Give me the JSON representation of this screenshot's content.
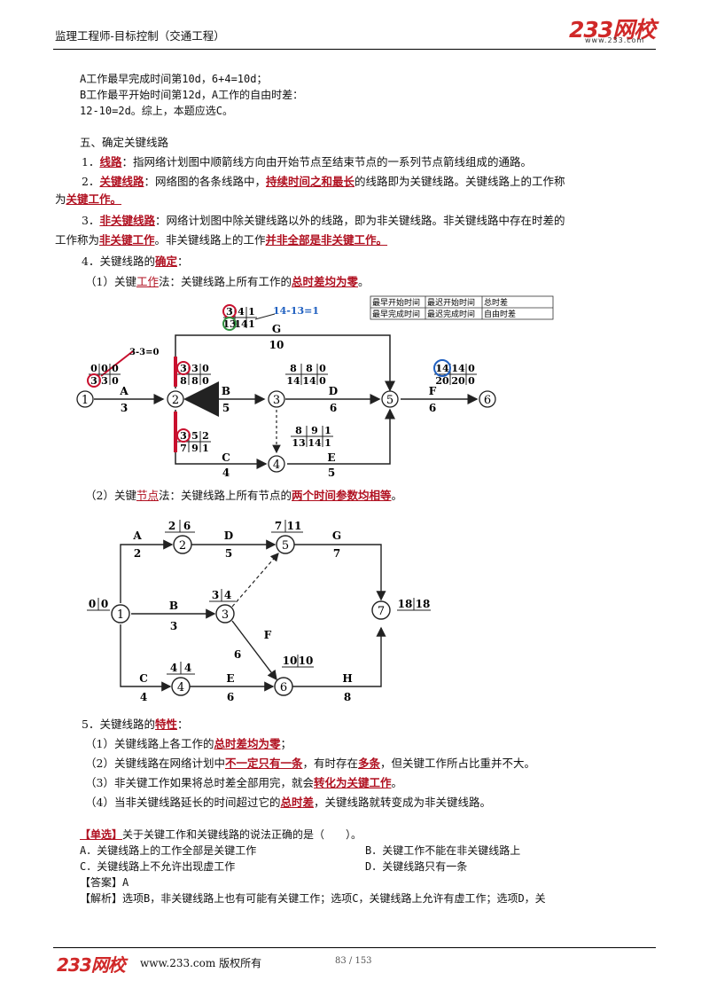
{
  "header": {
    "title": "监理工程师-目标控制（交通工程）",
    "logo": "233网校",
    "logo_url": "www.233.com"
  },
  "calc": {
    "line1": "A工作最早完成时间第10d，6+4=10d；",
    "line2": "B工作最平开始时间第12d，A工作的自由时差：",
    "line3": "12-10=2d。综上，本题应选C。"
  },
  "section": {
    "heading": "五、确定关键线路",
    "p1": {
      "num": "1．",
      "term": "线路",
      "rest": "：指网络计划图中顺箭线方向由开始节点至结束节点的一系列节点箭线组成的通路。"
    },
    "p2": {
      "num": "2．",
      "term": "关键线路",
      "mid": "：网络图的各条线路中，",
      "emph": "持续时间之和最长",
      "rest": "的线路即为关键线路。关键线路上的工作称",
      "line2_pre": "为",
      "line2_emph": "关键工作。"
    },
    "p3": {
      "num": "3．",
      "term": "非关键线路",
      "mid": "：网络计划图中除关键线路以外的线路，即为非关键线路。非关键线路中存在时差的",
      "line2_pre": "工作称为",
      "line2_emph": "非关键工作",
      "line2_mid": "。非关键线路上的工作",
      "line2_emph2": "并非全部是非关键工作。"
    },
    "p4": {
      "num": "4．关键线路的",
      "term": "确定",
      "colon": "："
    },
    "m1": {
      "pre": "（1）关键",
      "term": "工作",
      "mid": "法：关键线路上所有工作的",
      "emph": "总时差均为零",
      "end": "。"
    },
    "m2": {
      "pre": "（2）关键",
      "term": "节点",
      "mid": "法：关键线路上所有节点的",
      "emph": "两个时间参数均相等",
      "end": "。"
    },
    "p5": {
      "num": "5．关键线路的",
      "term": "特性",
      "colon": "："
    },
    "f1": {
      "pre": "（1）关键线路上各工作的",
      "emph": "总时差均为零",
      "end": "；"
    },
    "f2": {
      "pre": "（2）关键线路在网络计划中",
      "emph": "不一定只有一条",
      "mid": "，有时存在",
      "emph2": "多条",
      "end": "，但关键工作所占比重并不大。"
    },
    "f3": {
      "pre": "（3）非关键工作如果将总时差全部用完，就会",
      "emph": "转化为关键工作",
      "end": "。"
    },
    "f4": {
      "pre": "（4）当非关键线路延长的时间超过它的",
      "emph": "总时差",
      "end": "，关键线路就转变成为非关键线路。"
    }
  },
  "diagram1": {
    "legend": [
      [
        "最早开始时间",
        "最迟开始时间",
        "总时差"
      ],
      [
        "最早完成时间",
        "最迟完成时间",
        "自由时差"
      ]
    ],
    "note_top": "14-13=1",
    "note_left": "3-3=0",
    "nodes": [
      "1",
      "2",
      "3",
      "4",
      "5",
      "6"
    ],
    "activities": [
      {
        "name": "A",
        "duration": "3",
        "top": [
          "0",
          "0",
          "0"
        ],
        "bottom": [
          "3",
          "3",
          "0"
        ]
      },
      {
        "name": "B",
        "duration": "5",
        "top": [
          "3",
          "3",
          "0"
        ],
        "bottom": [
          "8",
          "8",
          "0"
        ]
      },
      {
        "name": "C",
        "duration": "4",
        "top": [
          "3",
          "5",
          "2"
        ],
        "bottom": [
          "7",
          "9",
          "1"
        ]
      },
      {
        "name": "D",
        "duration": "6",
        "top": [
          "8",
          "8",
          "0"
        ],
        "bottom": [
          "14",
          "14",
          "0"
        ]
      },
      {
        "name": "E",
        "duration": "5",
        "top": [
          "8",
          "9",
          "1"
        ],
        "bottom": [
          "13",
          "14",
          "1"
        ]
      },
      {
        "name": "F",
        "duration": "6",
        "top": [
          "14",
          "14",
          "0"
        ],
        "bottom": [
          "20",
          "20",
          "0"
        ]
      },
      {
        "name": "G",
        "duration": "10",
        "top": [
          "3",
          "4",
          "1"
        ],
        "bottom": [
          "13",
          "14",
          "1"
        ]
      }
    ]
  },
  "diagram2": {
    "nodes": [
      {
        "id": "1",
        "et": "0",
        "lt": "0"
      },
      {
        "id": "2",
        "et": "2",
        "lt": "6"
      },
      {
        "id": "3",
        "et": "3",
        "lt": "4"
      },
      {
        "id": "4",
        "et": "4",
        "lt": "4"
      },
      {
        "id": "5",
        "et": "7",
        "lt": "11"
      },
      {
        "id": "6",
        "et": "10",
        "lt": "10"
      },
      {
        "id": "7",
        "et": "18",
        "lt": "18"
      }
    ],
    "activities": [
      {
        "name": "A",
        "duration": "2"
      },
      {
        "name": "D",
        "duration": "5"
      },
      {
        "name": "G",
        "duration": "7"
      },
      {
        "name": "B",
        "duration": "3"
      },
      {
        "name": "F",
        "duration": "6"
      },
      {
        "name": "C",
        "duration": "4"
      },
      {
        "name": "E",
        "duration": "6"
      },
      {
        "name": "H",
        "duration": "8"
      }
    ]
  },
  "question": {
    "tag": "【单选】",
    "stem": "关于关键工作和关键线路的说法正确的是（　　）。",
    "optA": "A．关键线路上的工作全部是关键工作",
    "optB": "B．关键工作不能在非关键线路上",
    "optC": "C．关键线路上不允许出现虚工作",
    "optD": "D．关键线路只有一条",
    "answer_label": "【答案】A",
    "analysis": "【解析】选项B，非关键线路上也有可能有关键工作；选项C，关键线路上允许有虚工作；选项D，关"
  },
  "footer": {
    "logo": "233网校",
    "copyright": "www.233.com 版权所有",
    "page": "83 / 153"
  },
  "colors": {
    "accent_red": "#b01020",
    "logo_red": "#d02828",
    "highlight_green": "#2f8f3f",
    "highlight_blue": "#2060c0"
  }
}
